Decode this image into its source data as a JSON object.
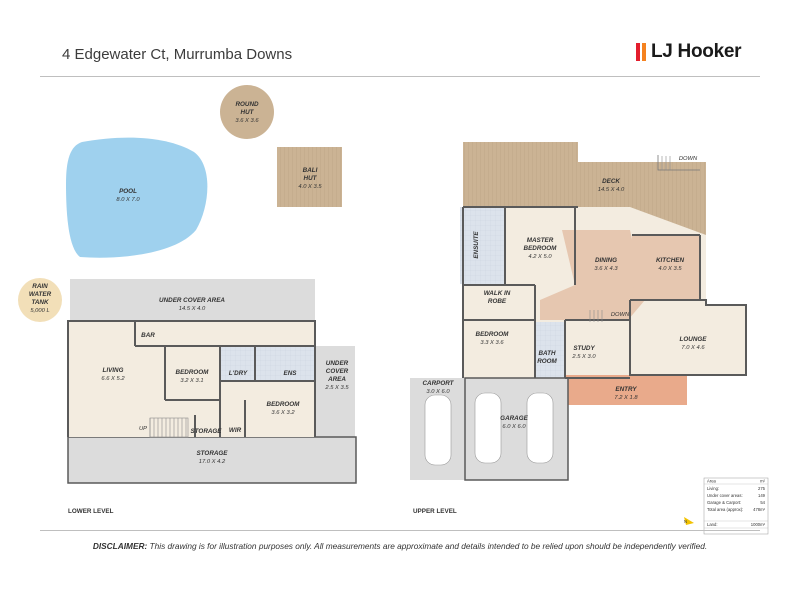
{
  "header": {
    "address": "4 Edgewater Ct, Murrumba Downs",
    "brand": "LJ Hooker"
  },
  "colors": {
    "deck": "#cbb394",
    "floor": "#f3ece0",
    "tiles": "#dce3ec",
    "pool": "#9fd1ee",
    "undercover": "#dcdcdc",
    "paving": "#e9aa8b",
    "wall": "#5a5a5a",
    "brand_red": "#e31d2d",
    "brand_orange": "#f58220"
  },
  "levels": {
    "lower": "LOWER LEVEL",
    "upper": "UPPER LEVEL"
  },
  "lower_rooms": {
    "round_hut": {
      "name1": "ROUND",
      "name2": "HUT",
      "dim": "3.6 X 3.6"
    },
    "pool": {
      "name": "POOL",
      "dim": "8.0 X 7.0"
    },
    "bali_hut": {
      "name1": "BALI",
      "name2": "HUT",
      "dim": "4.0 X 3.5"
    },
    "rain_tank": {
      "name1": "RAIN",
      "name2": "WATER",
      "name3": "TANK",
      "dim": "5,000 L"
    },
    "under_cover": {
      "name": "UNDER COVER AREA",
      "dim": "14.5 X 4.0"
    },
    "bar": {
      "name": "BAR"
    },
    "living": {
      "name": "LIVING",
      "dim": "6.6 X 5.2"
    },
    "bedroom1": {
      "name": "BEDROOM",
      "dim": "3.2 X 3.1"
    },
    "laundry": {
      "name": "L'DRY"
    },
    "ens": {
      "name": "ENS"
    },
    "under_cover_small": {
      "name1": "UNDER",
      "name2": "COVER",
      "name3": "AREA",
      "dim": "2.5 X 3.5"
    },
    "bedroom2": {
      "name": "BEDROOM",
      "dim": "3.6 X 3.2"
    },
    "wir": {
      "name": "WIR"
    },
    "storage_small": {
      "name": "STORAGE"
    },
    "up": {
      "name": "UP"
    },
    "storage": {
      "name": "STORAGE",
      "dim": "17.0 X 4.2"
    }
  },
  "upper_rooms": {
    "deck": {
      "name": "DECK",
      "dim": "14.5 X 4.0",
      "stair": "DOWN"
    },
    "ensuite": {
      "name": "ENSUITE"
    },
    "master": {
      "name1": "MASTER",
      "name2": "BEDROOM",
      "dim": "4.2 X 5.0"
    },
    "dining": {
      "name": "DINING",
      "dim": "3.6 X 4.3"
    },
    "kitchen": {
      "name": "KITCHEN",
      "dim": "4.0 X 3.5"
    },
    "walkin": {
      "name1": "WALK IN",
      "name2": "ROBE"
    },
    "bedroom": {
      "name": "BEDROOM",
      "dim": "3.3 X 3.6"
    },
    "bathroom": {
      "name1": "BATH",
      "name2": "ROOM"
    },
    "study": {
      "name": "STUDY",
      "dim": "2.5 X 3.0"
    },
    "lounge": {
      "name": "LOUNGE",
      "dim": "7.0 X 4.6"
    },
    "down": {
      "name": "DOWN"
    },
    "entry": {
      "name": "ENTRY",
      "dim": "7.2 X 1.8"
    },
    "carport": {
      "name": "CARPORT",
      "dim": "3.0 X 6.0"
    },
    "garage": {
      "name": "GARAGE",
      "dim": "6.0 X 6.0"
    }
  },
  "area_table": {
    "heading": "Area",
    "unit": "m²",
    "rows": [
      {
        "label": "Living:",
        "value": "275"
      },
      {
        "label": "Under cover areas:",
        "value": "149"
      },
      {
        "label": "Garage & Carport:",
        "value": "54"
      },
      {
        "label": "Total area (approx):",
        "value": "478m²"
      }
    ],
    "land_label": "Land:",
    "land_value": "1000m²"
  },
  "compass": {
    "label": "N"
  },
  "disclaimer": {
    "label": "DISCLAIMER:",
    "text": "This drawing is for illustration purposes only. All measurements are approximate and details intended to be relied upon should be independently verified."
  }
}
